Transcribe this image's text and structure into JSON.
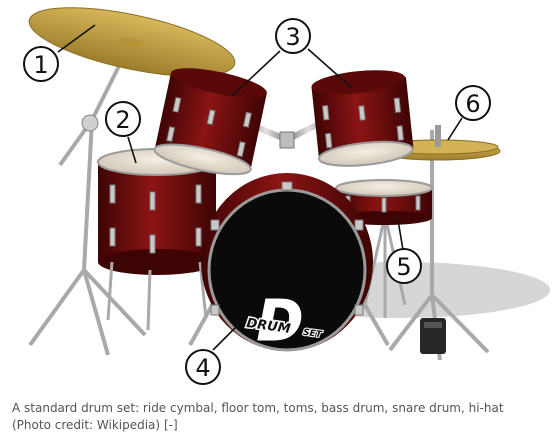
{
  "diagram": {
    "callouts": [
      "1",
      "2",
      "3",
      "4",
      "5",
      "6"
    ],
    "logo": {
      "big": "D",
      "line1": "DRUM",
      "line2": "SET"
    },
    "colors": {
      "shell": "#7a0f0f",
      "shell_dark": "#3e0404",
      "cymbal": "#c7a548",
      "chrome": "#b8b8b8",
      "drum_head": "#e8dfcf",
      "bass_head": "#0a0a0a"
    }
  },
  "caption": {
    "text": "A standard drum set: ride cymbal, floor tom, toms, bass drum, snare drum, hi-hat",
    "credit": "(Photo credit: Wikipedia)",
    "toggle": "[-]"
  }
}
